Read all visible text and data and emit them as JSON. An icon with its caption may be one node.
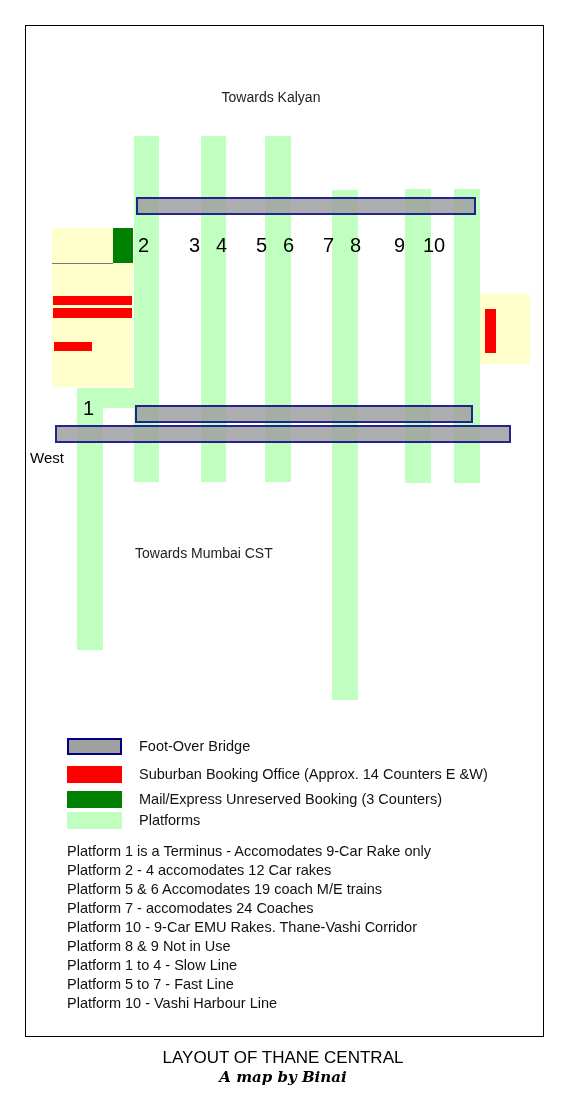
{
  "diagram": {
    "title": "LAYOUT OF THANE CENTRAL",
    "caption": "A map by Binai",
    "labels": [
      "Towards Kalyan",
      "2",
      "3",
      "4",
      "5",
      "6",
      "7",
      "8",
      "9",
      "10",
      "1",
      "West",
      "Towards Mumbai CST",
      "Platform 1 is a Terminus - Accomodates 9-Car Rake only",
      "Platform 2 - 4 accomodates 12 Car rakes",
      "Platform 5 & 6 Accomodates 19 coach M/E trains",
      "Platform 7 - accomodates 24 Coaches",
      "Platform 10 - 9-Car EMU Rakes. Thane-Vashi Corridor",
      "Platform 8 & 9 Not in Use",
      "Platform 1 to 4 - Slow Line",
      "Platform 5 to 7 - Fast Line",
      "Platform 10 - Vashi Harbour Line"
    ],
    "legend": [
      {
        "text": "Foot-Over Bridge",
        "color": "#a0a0a0"
      },
      {
        "text": "Suburban Booking Office (Approx. 14 Counters E &W)",
        "color": "#ff0000"
      },
      {
        "text": "Mail/Express Unreserved Booking (3 Counters)",
        "color": "#008000"
      },
      {
        "text": "Platforms",
        "color": "#c0ffc0"
      }
    ]
  }
}
